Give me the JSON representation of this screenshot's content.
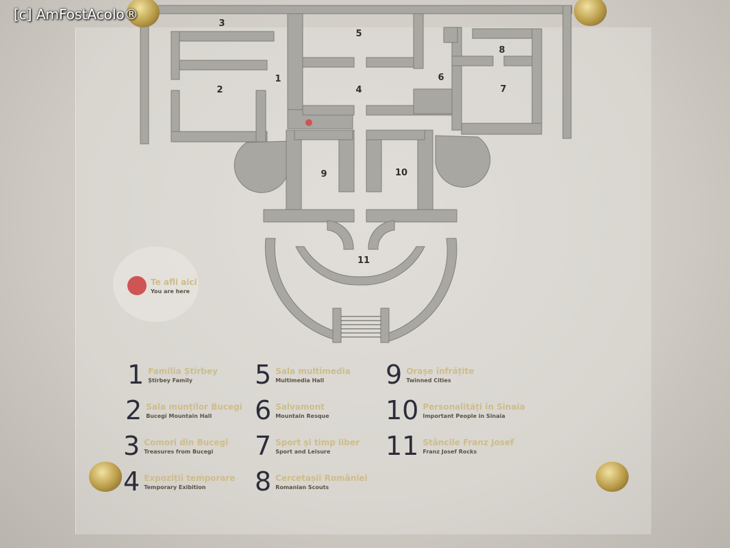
{
  "watermark": "[c] AmFostAcolo®",
  "room_numbers": [
    "1",
    "2",
    "3",
    "4",
    "5",
    "6",
    "7",
    "8",
    "9",
    "10",
    "11"
  ],
  "you_are_here": {
    "ro": "Te afli aici",
    "en": "You are here",
    "color": "#cf5455"
  },
  "legend": [
    {
      "num": "1",
      "ro": "Familia Știrbey",
      "en": "Știrbey Family"
    },
    {
      "num": "2",
      "ro": "Sala munților Bucegi",
      "en": "Bucegi Mountain Hall"
    },
    {
      "num": "3",
      "ro": "Comori din Bucegi",
      "en": "Treasures from Bucegi"
    },
    {
      "num": "4",
      "ro": "Expoziții temporare",
      "en": "Temporary Exibition"
    },
    {
      "num": "5",
      "ro": "Sala multimedia",
      "en": "Multimedia Hall"
    },
    {
      "num": "6",
      "ro": "Salvamont",
      "en": "Mountain Resque"
    },
    {
      "num": "7",
      "ro": "Sport și timp liber",
      "en": "Sport and Leisure"
    },
    {
      "num": "8",
      "ro": "Cercetașii României",
      "en": "Romanian Scouts"
    },
    {
      "num": "9",
      "ro": "Orașe înfrățite",
      "en": "Twinned Cities"
    },
    {
      "num": "10",
      "ro": "Personalități în Sinaia",
      "en": "Important People in Sinaia"
    },
    {
      "num": "11",
      "ro": "Stâncile Franz Josef",
      "en": "Franz Josef Rocks"
    }
  ]
}
